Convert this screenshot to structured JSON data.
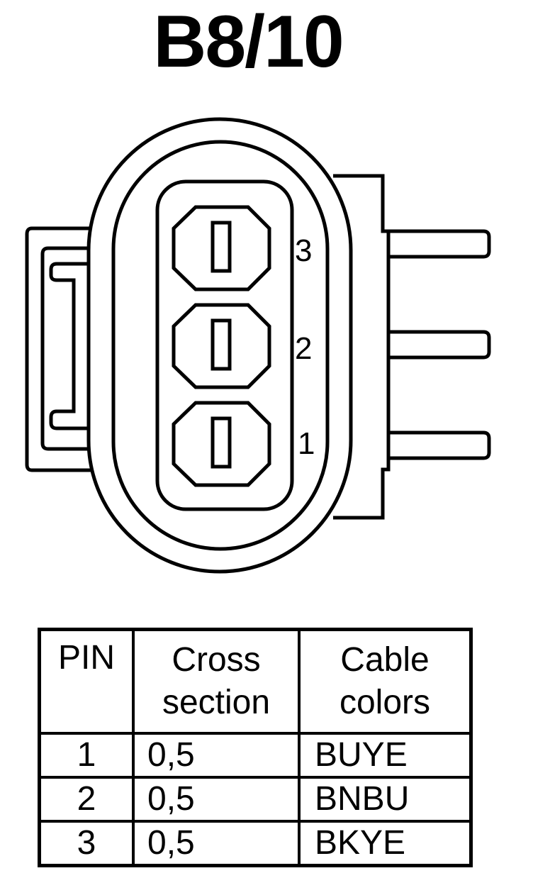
{
  "title": "B8/10",
  "connector": {
    "pin_labels": [
      "3",
      "2",
      "1"
    ]
  },
  "table": {
    "headers": {
      "pin": "PIN",
      "cross_section": [
        "Cross",
        "section"
      ],
      "cable_colors": [
        "Cable",
        "colors"
      ]
    },
    "rows": [
      {
        "pin": "1",
        "cross_section": "0,5",
        "cable_color": "BUYE"
      },
      {
        "pin": "2",
        "cross_section": "0,5",
        "cable_color": "BNBU"
      },
      {
        "pin": "3",
        "cross_section": "0,5",
        "cable_color": "BKYE"
      }
    ]
  }
}
